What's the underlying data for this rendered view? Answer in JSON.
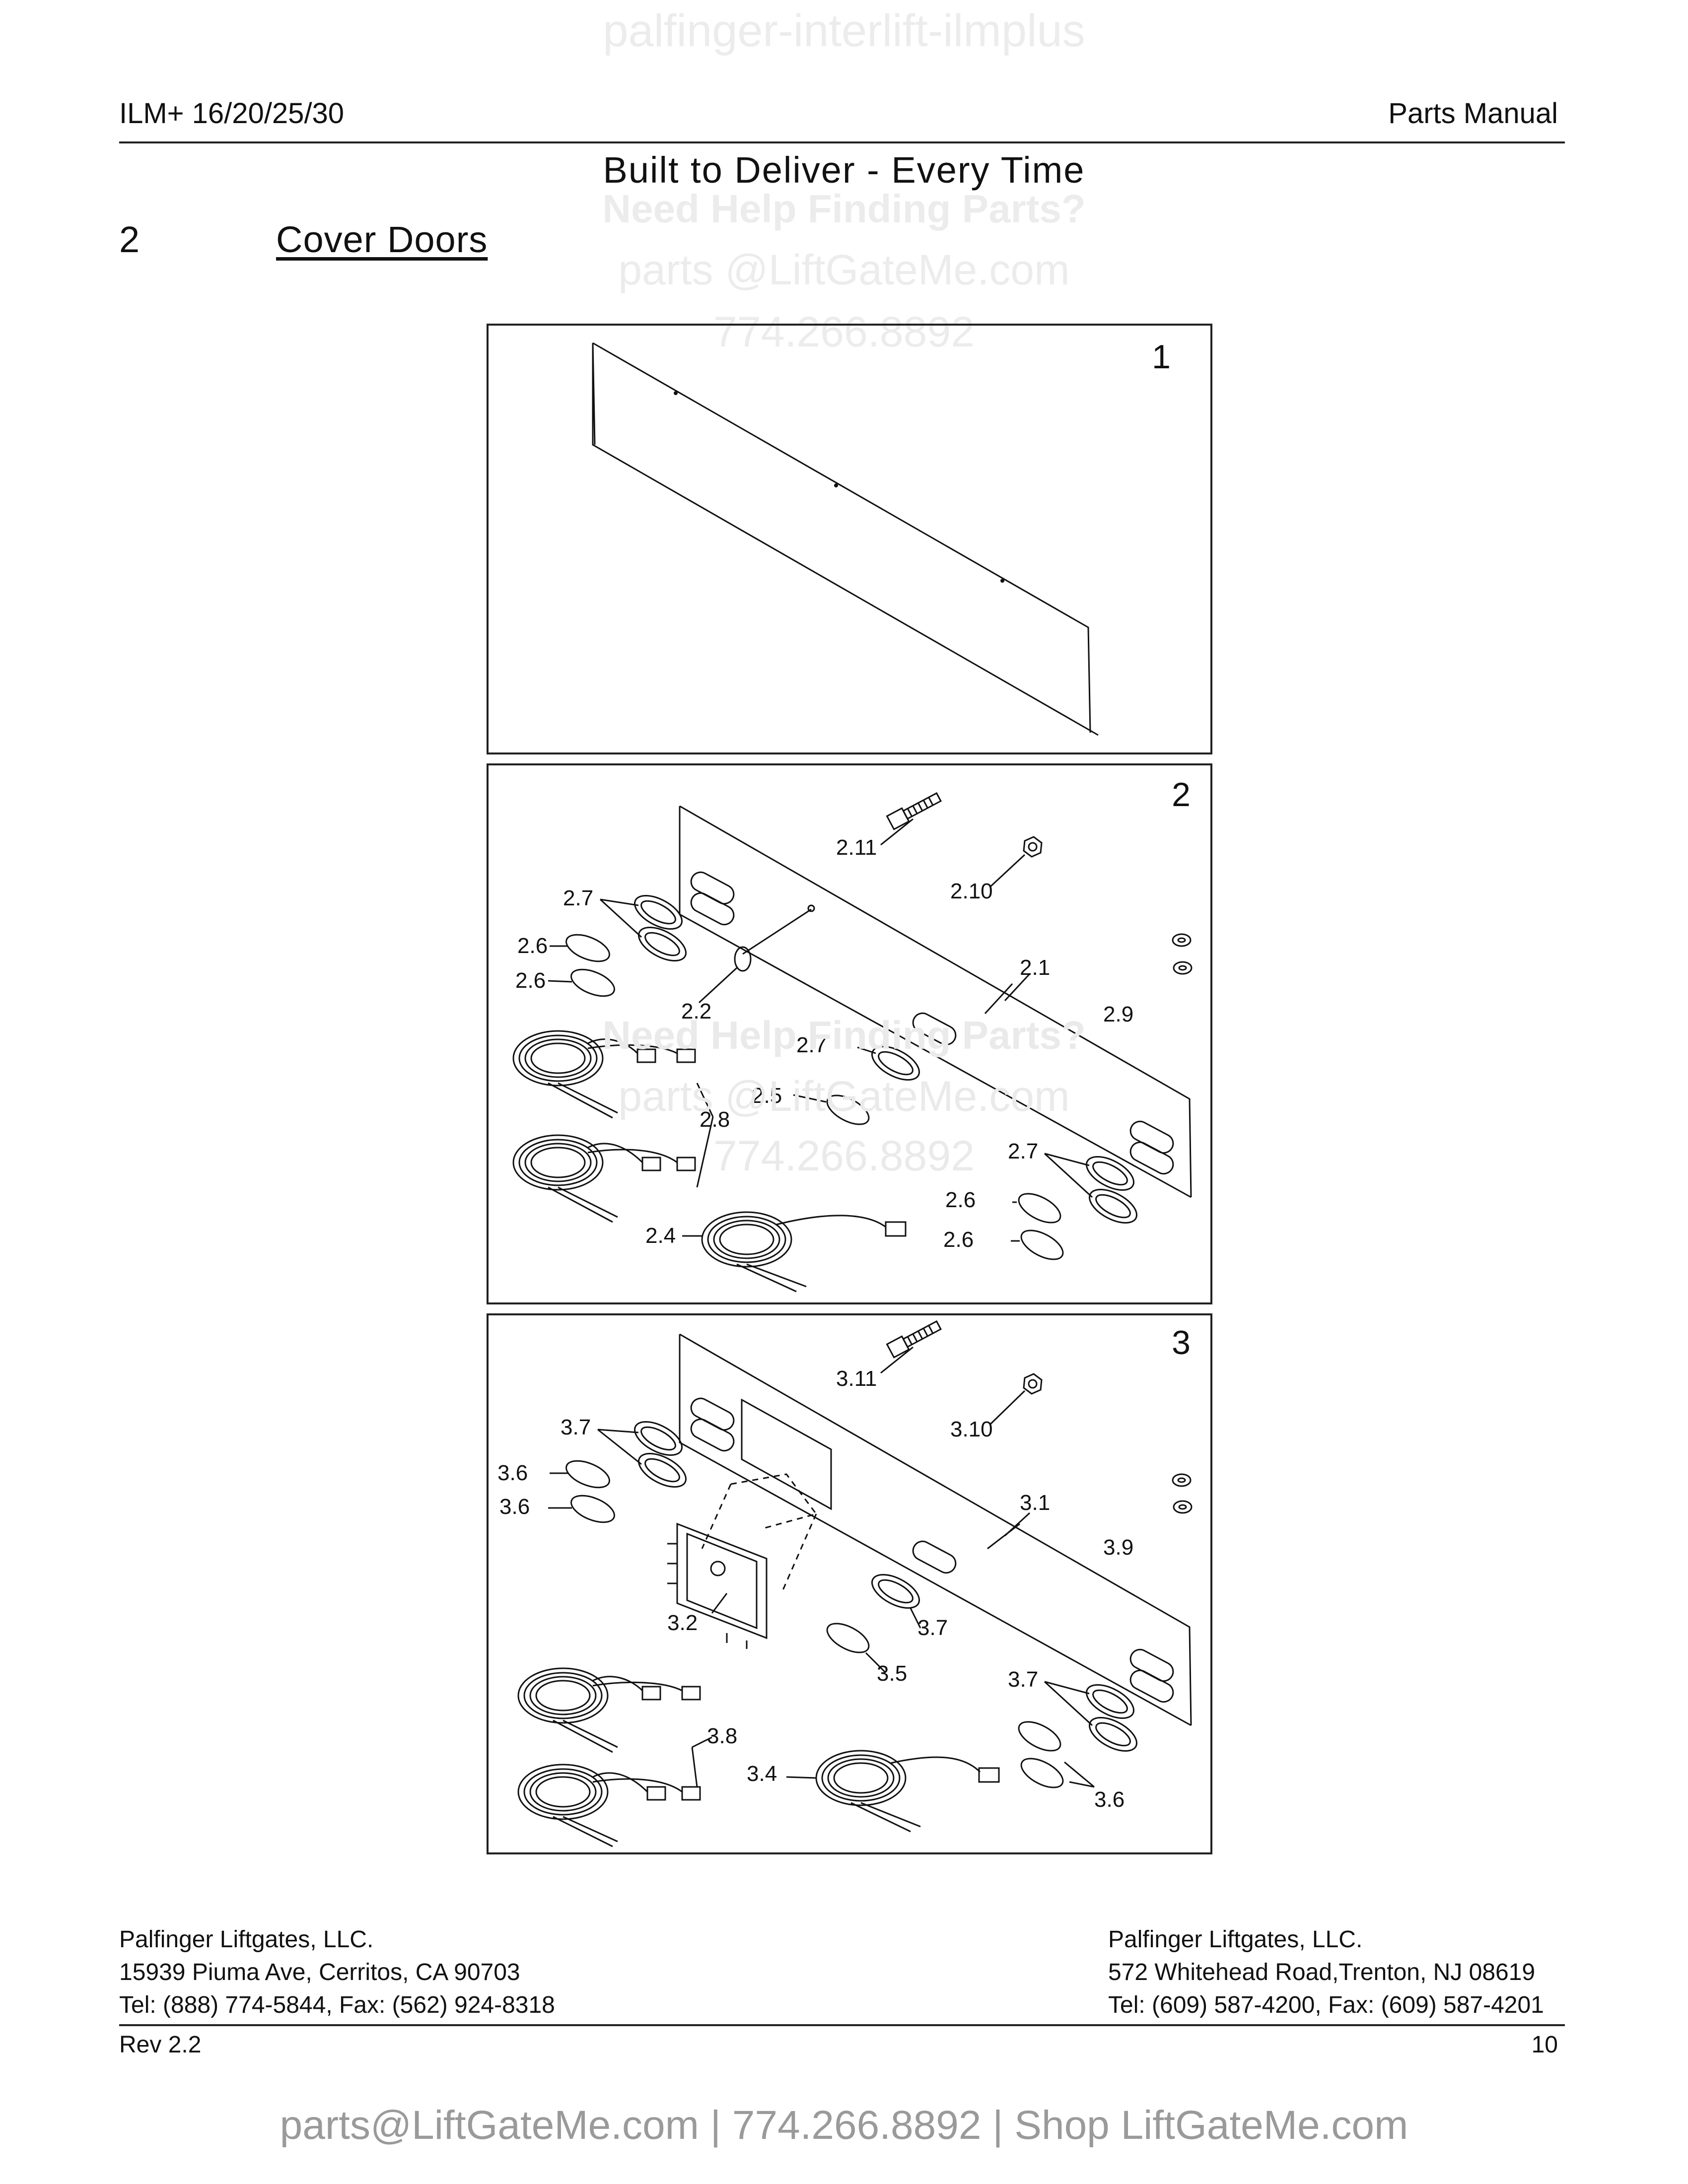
{
  "watermark": {
    "top": "palfinger-interlift-ilmplus",
    "help": "Need Help Finding Parts?",
    "email": "parts @LiftGateMe.com",
    "phone": "774.266.8892"
  },
  "header": {
    "left": "ILM+ 16/20/25/30",
    "right": "Parts Manual",
    "tagline": "Built to Deliver - Every Time"
  },
  "section": {
    "number": "2",
    "title": "Cover Doors"
  },
  "figures": {
    "fig1": {
      "number": "1"
    },
    "fig2": {
      "number": "2",
      "labels": [
        "2.11",
        "2.10",
        "2.7",
        "2.6",
        "2.6",
        "2.1",
        "2.2",
        "2.9",
        "2.7",
        "2.5",
        "2.8",
        "2.7",
        "2.6",
        "2.6",
        "2.4"
      ]
    },
    "fig3": {
      "number": "3",
      "labels": [
        "3.11",
        "3.10",
        "3.7",
        "3.6",
        "3.6",
        "3.1",
        "3.9",
        "3.2",
        "3.7",
        "3.5",
        "3.7",
        "3.8",
        "3.4",
        "3.6"
      ]
    }
  },
  "footer": {
    "left": {
      "company": "Palfinger Liftgates, LLC.",
      "address": "15939 Piuma Ave, Cerritos, CA 90703",
      "contact": "Tel: (888) 774-5844, Fax: (562) 924-8318"
    },
    "right": {
      "company": "Palfinger Liftgates, LLC.",
      "address": "572 Whitehead Road,Trenton, NJ 08619",
      "contact": "Tel: (609) 587-4200, Fax: (609) 587-4201"
    },
    "revision": "Rev 2.2",
    "page": "10",
    "bottom_contact": "parts@LiftGateMe.com | 774.266.8892 | Shop LiftGateMe.com"
  }
}
